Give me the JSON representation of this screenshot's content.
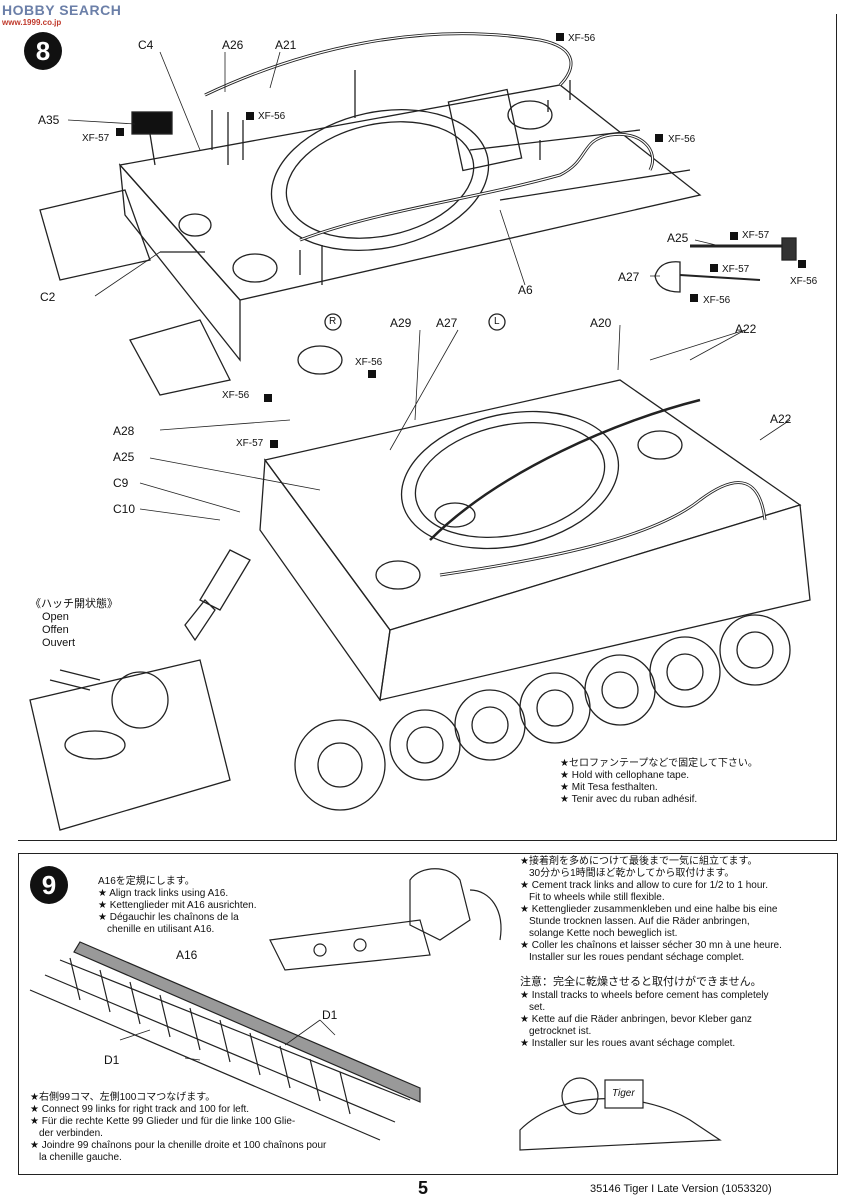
{
  "watermark": {
    "brand": "HOBBY SEARCH",
    "url": "www.1999.co.jp"
  },
  "step8": {
    "number": "8",
    "labels": {
      "c4": "C4",
      "a26": "A26",
      "a21": "A21",
      "a35": "A35",
      "c2": "C2",
      "a6": "A6",
      "a25_top": "A25",
      "a27_top": "A27",
      "a20": "A20",
      "a22_top": "A22",
      "a22_right": "A22",
      "a29": "A29",
      "a27_mid": "A27",
      "a28": "A28",
      "a25_mid": "A25",
      "c9": "C9",
      "c10": "C10"
    },
    "paints": {
      "xf56_a": "XF-56",
      "xf56_b": "XF-56",
      "xf57_a": "XF-57",
      "xf56_c": "XF-56",
      "xf57_b": "XF-57",
      "xf56_d": "XF-56",
      "xf57_c": "XF-57",
      "xf56_e": "XF-56",
      "xf56_f": "XF-56",
      "xf56_g": "XF-56",
      "xf57_d": "XF-57"
    },
    "markers": {
      "right": "R",
      "left": "L"
    },
    "hatch": {
      "jp": "《ハッチ開状態》",
      "en": "Open",
      "de": "Offen",
      "fr": "Ouvert"
    },
    "tape_note": {
      "jp": "★セロファンテープなどで固定して下さい。",
      "en": "★ Hold with cellophane tape.",
      "de": "★ Mit Tesa festhalten.",
      "fr": "★ Tenir avec du ruban adhésif."
    }
  },
  "step9": {
    "number": "9",
    "align_note": {
      "jp": "A16を定規にします。",
      "en": "★ Align track links using A16.",
      "de": "★ Kettenglieder mit A16 ausrichten.",
      "fr1": "★ Dégauchir les chaînons de la",
      "fr2": "chenille en utilisant A16."
    },
    "labels": {
      "a16": "A16",
      "d1_right": "D1",
      "d1_left": "D1"
    },
    "cement_note": {
      "jp1": "★接着剤を多めにつけて最後まで一気に組立てます。",
      "jp2": "30分から1時間ほど乾かしてから取付けます。",
      "en1": "★ Cement track links and allow to cure for 1/2 to 1 hour.",
      "en2": "Fit to wheels while still flexible.",
      "de1": "★ Kettenglieder zusammenkleben und eine halbe bis eine",
      "de2": "Stunde trocknen lassen. Auf die Räder anbringen,",
      "de3": "solange Kette noch beweglich ist.",
      "fr1": "★ Coller les chaînons et laisser sécher 30 mn à une heure.",
      "fr2": "Installer sur les roues pendant séchage complet."
    },
    "caution": {
      "jp": "注意：完全に乾燥させると取付けができません。",
      "en1": "★ Install tracks to wheels before cement has completely",
      "en2": "set.",
      "de1": "★ Kette auf die Räder anbringen, bevor Kleber ganz",
      "de2": "getrocknet ist.",
      "fr": "★ Installer sur les roues avant séchage complet."
    },
    "links_note": {
      "jp": "★右側99コマ、左側100コマつなげます。",
      "en": "★ Connect 99 links for right track and 100 for left.",
      "de1": "★ Für die rechte Kette 99 Glieder und für die linke 100 Glie-",
      "de2": "der verbinden.",
      "fr1": "★ Joindre 99 chaînons pour la chenille droite et 100 chaînons pour",
      "fr2": "la chenille gauche."
    },
    "sign": "Tiger"
  },
  "footer": {
    "page": "5",
    "code": "35146  Tiger I Late Version (1053320)"
  }
}
